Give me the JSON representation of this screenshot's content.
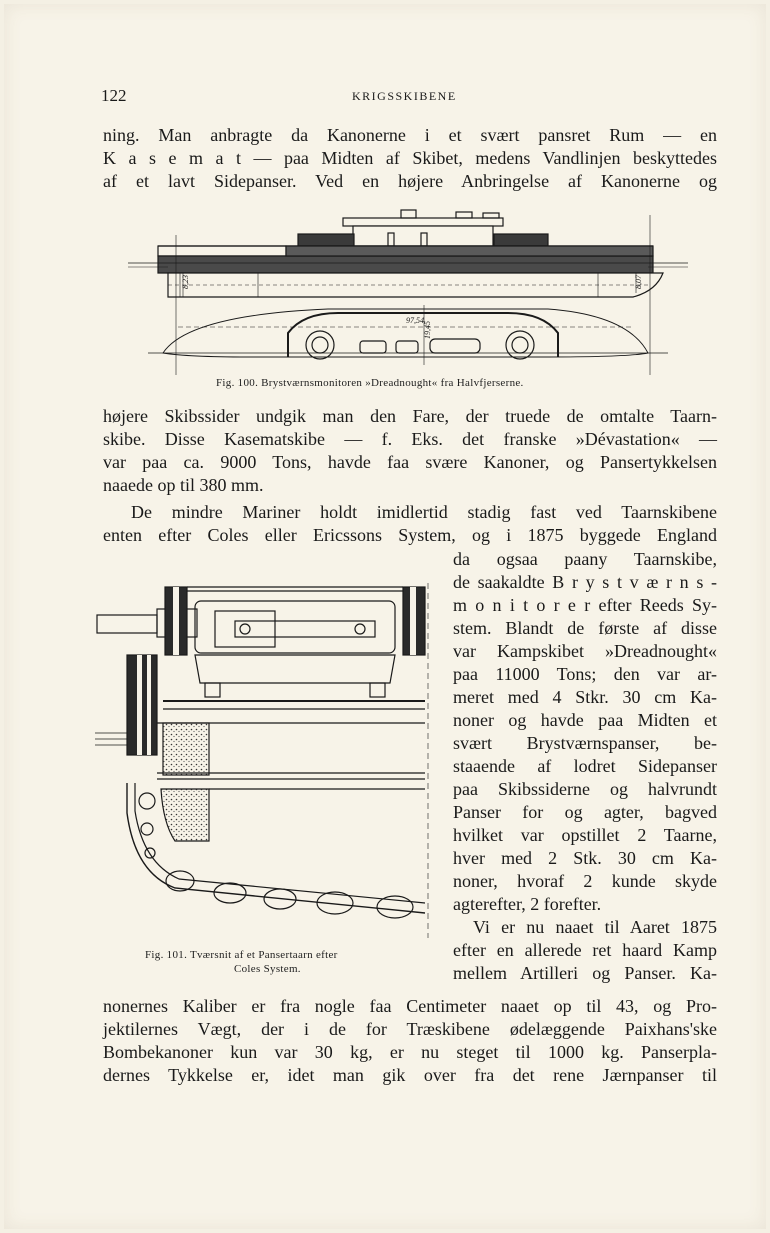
{
  "header": {
    "page_number": "122",
    "running_title": "KRIGSSKIBENE"
  },
  "paragraph_1": [
    "ning. Man anbragte da Kanonerne i et svært pansret Rum — en",
    "K a s e m a t — paa Midten af Skibet, medens Vandlinjen beskyttedes",
    "af et lavt Sidepanser. Ved en højere Anbringelse af Kanonerne og"
  ],
  "figure_100": {
    "caption": "Fig. 100. Brystværnsmonitoren »Dreadnought« fra Halvfjerserne.",
    "dim_labels": [
      "8,23",
      "8,07",
      "97,54",
      "19,45"
    ]
  },
  "paragraph_2": [
    "højere Skibssider undgik man den Fare, der truede de omtalte Taarn-",
    "skibe. Disse Kasematskibe — f. Eks. det franske »Dévastation« —",
    "var paa ca. 9000 Tons, havde faa svære Kanoner, og Pansertykkelsen",
    "naaede op til 380 mm."
  ],
  "paragraph_3_full": [
    "De mindre Mariner holdt imidlertid stadig fast ved Taarnskibene",
    "enten efter Coles eller Ericssons System, og i 1875 byggede England"
  ],
  "paragraph_3_narrow": [
    "da ogsaa paany Taarnskibe,",
    "de saakaldte B r y s t v æ r n s -",
    "m o n i t o r e r efter Reeds Sy-",
    "stem. Blandt de første af disse",
    "var Kampskibet »Dreadnought«",
    "paa 11000 Tons; den var ar-",
    "meret med 4 Stkr. 30 cm Ka-",
    "noner og havde paa Midten et",
    "svært Brystværnspanser, be-",
    "staaende af lodret Sidepanser",
    "paa Skibssiderne og halvrundt",
    "Panser for og agter, bagved",
    "hvilket var opstillet 2 Taarne,",
    "hver med 2 Stk. 30 cm Ka-",
    "noner, hvoraf 2 kunde skyde",
    "agterefter, 2 forefter."
  ],
  "paragraph_4_narrow": [
    "Vi er nu naaet til Aaret 1875",
    "efter en allerede ret haard Kamp",
    "mellem Artilleri og Panser. Ka-"
  ],
  "paragraph_4_full": [
    "nonernes Kaliber er fra nogle faa Centimeter naaet op til 43, og Pro-",
    "jektilernes Vægt, der i de for Træskibene ødelæggende Paixhans'ske",
    "Bombekanoner kun var 30 kg, er nu steget til 1000 kg. Panserpla-",
    "dernes Tykkelse er, idet man gik over fra det rene Jærnpanser til"
  ],
  "figure_101": {
    "caption_line1": "Fig. 101. Tværsnit af et Pansertaarn efter",
    "caption_line2": "Coles System."
  }
}
